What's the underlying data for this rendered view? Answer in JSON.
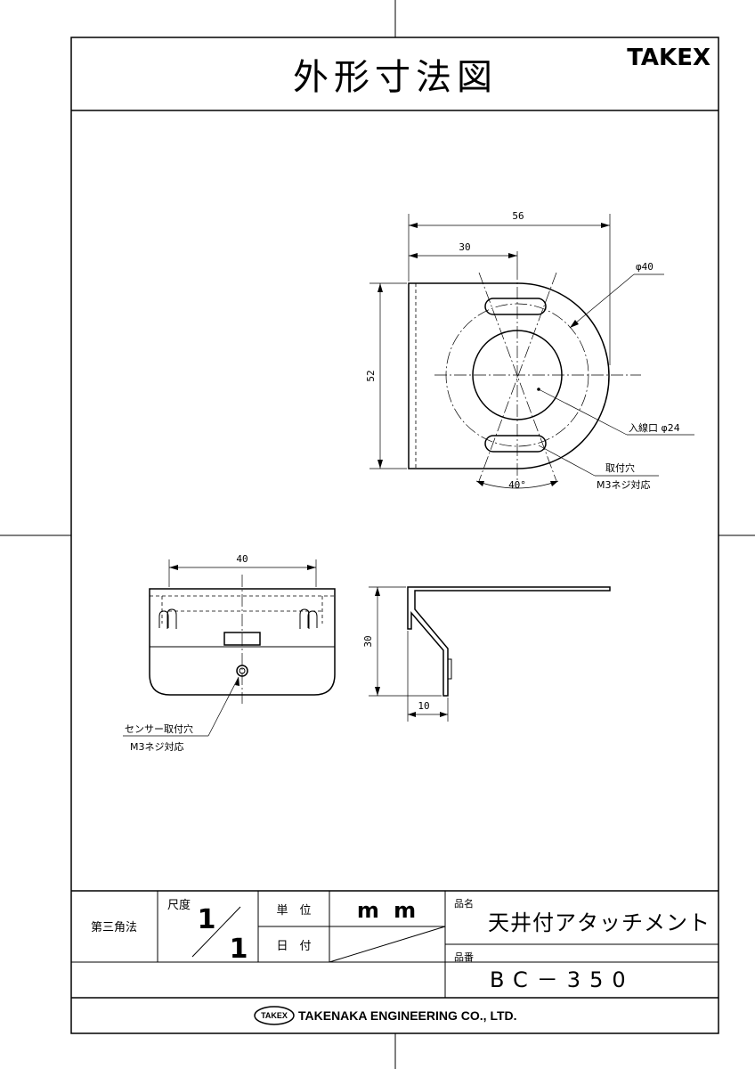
{
  "header": {
    "title": "外形寸法図",
    "brand": "TAKEX"
  },
  "top_view": {
    "dim_width": "56",
    "dim_offset": "30",
    "dim_height": "52",
    "dim_diameter": "φ40",
    "dim_inlet": "入線口 φ24",
    "dim_angle": "40°",
    "note_hole_line1": "取付穴",
    "note_hole_line2": "M3ネジ対応"
  },
  "front_view": {
    "dim_width": "40",
    "note_hole_line1": "センサー取付穴",
    "note_hole_line2": "M3ネジ対応"
  },
  "side_view": {
    "dim_height": "30",
    "dim_depth": "10"
  },
  "title_block": {
    "projection": "第三角法",
    "scale_label": "尺度",
    "scale_num": "1",
    "scale_den": "1",
    "unit_label": "単　位",
    "unit_value": "m m",
    "date_label": "日　付",
    "product_name_label": "品名",
    "product_name": "天井付アタッチメント",
    "product_code_label": "品番",
    "product_code": "BC－350",
    "company_logo": "TAKEX",
    "company_name": "TAKENAKA ENGINEERING CO., LTD."
  }
}
